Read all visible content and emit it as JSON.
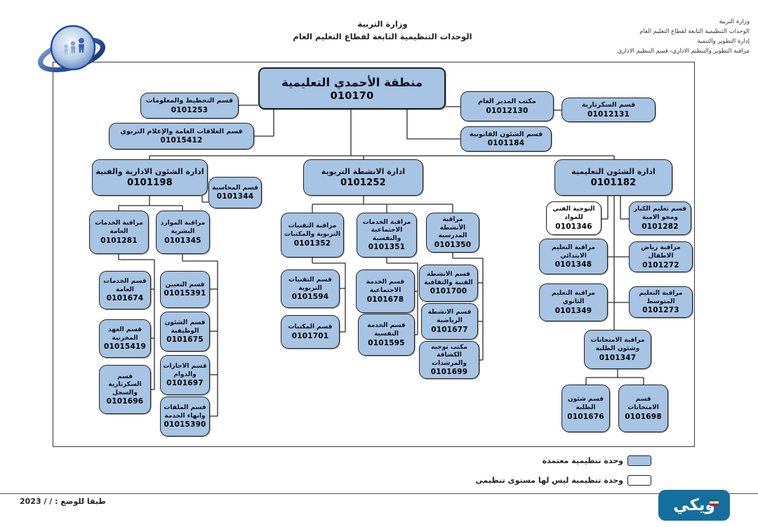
{
  "header": {
    "center_line1": "وزارة التربية",
    "center_line2": "الوحدات التنظيمية التابعة لقطاع التعليم العام",
    "right_lines": [
      "وزارة التربية",
      "الوحدات التنظيمية التابعة لقطاع التعليم العام",
      "إدارة التطوير والتنمية",
      "مراقبة التطوير والتنظيم الاداري- قسم التنظيم الاداري"
    ],
    "logo": "ministry-of-education-kuwait-emblem"
  },
  "chart": {
    "root": {
      "label": "منطقة الأحمدي التعليمية",
      "code": "010170"
    },
    "nodes": {
      "planning": {
        "label": "قسم التخطيط والمعلومات",
        "code": "0101253"
      },
      "public_relations": {
        "label": "قسم العلاقات العامة والإعلام التربوي",
        "code": "01015412"
      },
      "director_office": {
        "label": "مكتب المدير العام",
        "code": "01012130"
      },
      "secretariat": {
        "label": "قسم السكرتارية",
        "code": "01012131"
      },
      "legal": {
        "label": "قسم الشئون القانونية",
        "code": "0101184"
      },
      "admin_affairs": {
        "label": "ادارة الشئون الادارية والفنية",
        "code": "0101198"
      },
      "activities_dept": {
        "label": "ادارة الانشطة التربوية",
        "code": "0101252"
      },
      "education_affairs": {
        "label": "ادارة الشئون التعليمية",
        "code": "0101182"
      },
      "accounting": {
        "label": "قسم المحاسبة",
        "code": "0101344"
      },
      "general_services_monitor": {
        "label": "مراقبة الخدمات العامة",
        "code": "0101281"
      },
      "hr_monitor": {
        "label": "مراقبة الموارد البشرية",
        "code": "0101345"
      },
      "general_services": {
        "label": "قسم الخدمات العامة",
        "code": "0101674"
      },
      "warehouse": {
        "label": "قسم العهد المخزنية",
        "code": "01015419"
      },
      "secretariat_registry": {
        "label": "قسم السكرتارية والسجل",
        "code": "0101696"
      },
      "appointment": {
        "label": "قسم التعيين",
        "code": "01015391"
      },
      "job_affairs": {
        "label": "قسم الشئون الوظيفية",
        "code": "0101675"
      },
      "leaves": {
        "label": "قسم الاجازات والدوام",
        "code": "0101697"
      },
      "files": {
        "label": "قسم الملفات وانهاء الخدمة",
        "code": "01015390"
      },
      "tech_monitor": {
        "label": "مراقبة التقنيات التربوية والمكتبات",
        "code": "0101352"
      },
      "social_monitor": {
        "label": "مراقبة الخدمات الاجتماعية والنفسية",
        "code": "0101351"
      },
      "school_activities_monitor": {
        "label": "مراقبة الأنشطة المدرسية",
        "code": "0101350"
      },
      "edu_tech": {
        "label": "قسم التقنيات التربوية",
        "code": "0101594"
      },
      "libraries": {
        "label": "قسم المكتبات",
        "code": "0101701"
      },
      "social_service": {
        "label": "قسم الخدمة الاجتماعية",
        "code": "0101678"
      },
      "psych_service": {
        "label": "قسم الخدمة النفسية",
        "code": "0101595"
      },
      "art_activities": {
        "label": "قسم الانشطة الفنية والثقافية",
        "code": "0101700"
      },
      "sports": {
        "label": "قسم الانشطة الرياضية",
        "code": "0101677"
      },
      "scouts": {
        "label": "مكتب توجيه الكشافة والمرشدات",
        "code": "0101699"
      },
      "subject_guidance": {
        "label": "التوجية الفني للمواد",
        "code": "0101346",
        "type": "no_level"
      },
      "adult_edu": {
        "label": "قسم تعليم الكبار ومحو الامية",
        "code": "0101282"
      },
      "primary_monitor": {
        "label": "مراقبة التعليم الابتدائي",
        "code": "0101348"
      },
      "kindergarten_monitor": {
        "label": "مراقبة رياض الاطفال",
        "code": "0101272"
      },
      "secondary_monitor": {
        "label": "مراقبة التعليم الثانوي",
        "code": "0101349"
      },
      "intermediate_monitor": {
        "label": "مراقبة التعليم المتوسط",
        "code": "0101273"
      },
      "exams_monitor": {
        "label": "مراقبة الامتحانات وشئون الطلبة",
        "code": "0101347"
      },
      "student_affairs": {
        "label": "قسم شئون الطلبة",
        "code": "0101676"
      },
      "exams": {
        "label": "قسم الامتحانات",
        "code": "0101698"
      }
    }
  },
  "legend": {
    "approved": "وحدة تنظيمية معتمدة",
    "no_level": "وحدة تنظيمية ليس لها مستوى تنظيمى"
  },
  "footer": {
    "date_label": "طبقا للوضع :      /    / 2023",
    "watermark": "ويكي"
  },
  "colors": {
    "box_fill": "#a7c4e4",
    "watermark_bg": "#156f9e"
  }
}
